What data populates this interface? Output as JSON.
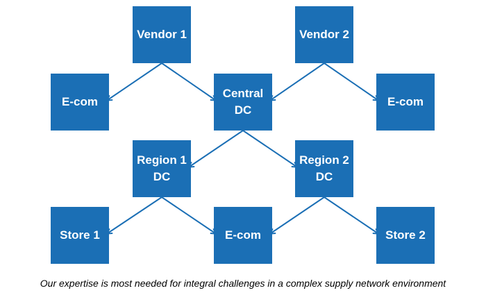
{
  "colors": {
    "node_fill": "#1b6fb5",
    "edge": "#1b6fb5",
    "node_text": "#ffffff"
  },
  "nodes": {
    "vendor1": "Vendor 1",
    "vendor2": "Vendor 2",
    "ecom_left": "E-com",
    "central_dc": "Central\nDC",
    "ecom_right": "E-com",
    "region1_dc": "Region 1\nDC",
    "region2_dc": "Region 2\nDC",
    "store1": "Store 1",
    "ecom_bottom": "E-com",
    "store2": "Store 2"
  },
  "edges": [
    [
      "vendor1",
      "ecom_left"
    ],
    [
      "vendor1",
      "central_dc"
    ],
    [
      "vendor2",
      "central_dc"
    ],
    [
      "vendor2",
      "ecom_right"
    ],
    [
      "central_dc",
      "region1_dc"
    ],
    [
      "central_dc",
      "region2_dc"
    ],
    [
      "region1_dc",
      "store1"
    ],
    [
      "region1_dc",
      "ecom_bottom"
    ],
    [
      "region2_dc",
      "ecom_bottom"
    ],
    [
      "region2_dc",
      "store2"
    ]
  ],
  "caption": "Our expertise is most needed for integral challenges in a complex supply network environment"
}
